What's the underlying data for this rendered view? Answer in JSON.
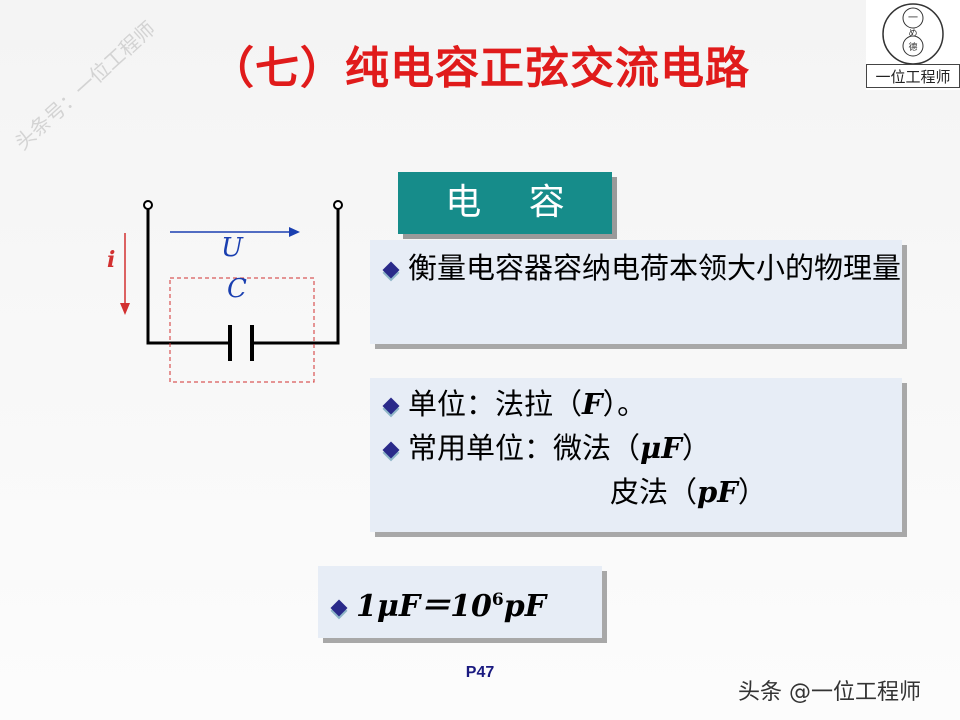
{
  "slide": {
    "title": "（七）纯电容正弦交流电路",
    "watermark": "头条号：一位工程师",
    "logo_label": "一位工程师",
    "logo_chars": [
      "一",
      "め",
      "德"
    ],
    "page_number": "P47",
    "footer_watermark": "头条 @一位工程师"
  },
  "circuit": {
    "current_label": "i",
    "voltage_label": "U",
    "capacitor_label": "C"
  },
  "term": {
    "label": "电 容"
  },
  "definition": {
    "text": "衡量电容器容纳电荷本领大小的物理量"
  },
  "units": {
    "unit_prefix": "单位：法拉（",
    "unit_symbol": "F",
    "unit_suffix": "）。",
    "common_prefix": "常用单位：微法（",
    "micro_symbol": "μF",
    "common_suffix": "）",
    "pico_prefix": "皮法（",
    "pico_symbol": "pF",
    "pico_suffix": "）"
  },
  "formula": {
    "lhs": "1μF＝10",
    "exp": "6",
    "rhs": "pF"
  },
  "colors": {
    "title": "#e01b1b",
    "term_box": "#168c8a",
    "panel": "#e7edf6",
    "bullet": "#2a2a8a",
    "page_number": "#1a1a80"
  }
}
